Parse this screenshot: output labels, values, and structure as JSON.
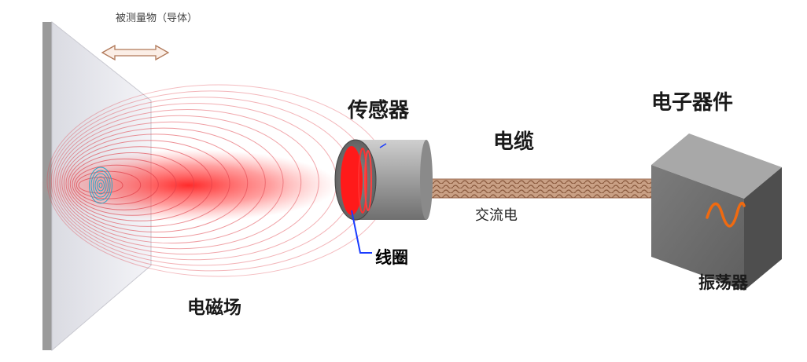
{
  "labels": {
    "target": "被测量物（导体）",
    "field": "电磁场",
    "sensor": "传感器",
    "cable": "电缆",
    "ac": "交流电",
    "coil": "线圈",
    "electronics": "电子器件",
    "oscillator": "振荡器"
  },
  "colors": {
    "field_lines": "#e0404a",
    "field_core": "#ff2a2a",
    "coil": "#ff1a1a",
    "coil_leader": "#1a3cff",
    "arrow": "#b07858",
    "cable": "#c79a7e",
    "sine_wave": "#f06a10"
  },
  "icons": [
    "double-headed-arrow-icon",
    "sine-wave-icon"
  ]
}
